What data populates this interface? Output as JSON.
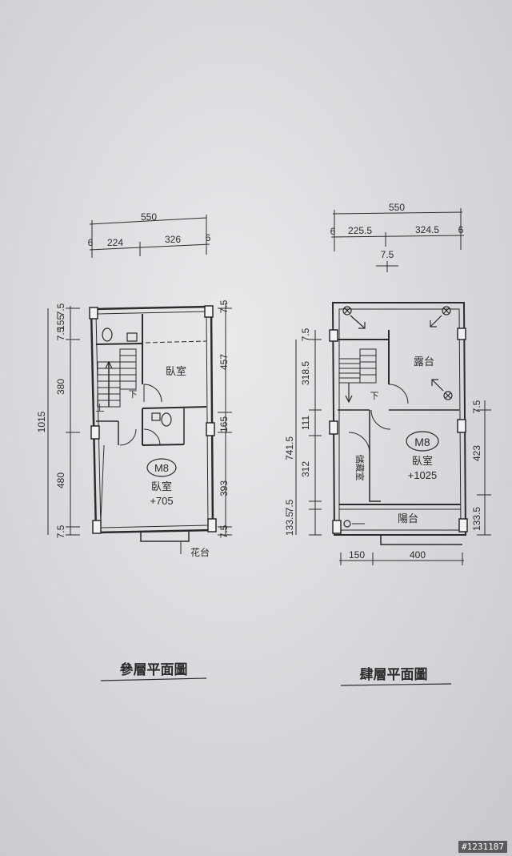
{
  "plan_left": {
    "title": "參層平面圖",
    "top_total": "550",
    "top_segments": [
      "6",
      "224",
      "326",
      "6"
    ],
    "left_total": "1015",
    "left_segments": [
      "7.5",
      "155",
      "7.5",
      "380",
      "480",
      "7.5"
    ],
    "right_segments": [
      "7.5",
      "457",
      "165",
      "393",
      "7.5"
    ],
    "room_bedroom_upper": "臥室",
    "badge": "M8",
    "room_bedroom_main": "臥室",
    "level": "+705",
    "stair_up": "上",
    "stair_down": "下",
    "flower_bed": "花台"
  },
  "plan_right": {
    "title": "肆層平面圖",
    "top_total": "550",
    "top_segments": [
      "6",
      "225.5",
      "324.5",
      "6"
    ],
    "top_note": "7.5",
    "left_total": "741.5",
    "left_segments": [
      "7.5",
      "318.5",
      "111",
      "312",
      "7.5",
      "133.5"
    ],
    "right_segments": [
      "7.5",
      "423",
      "133.5"
    ],
    "bottom_segments": [
      "150",
      "400"
    ],
    "terrace": "露台",
    "badge": "M8",
    "room_bedroom": "臥室",
    "level": "+1025",
    "storage": "儲藏室",
    "balcony": "陽台",
    "stair_down": "下"
  },
  "watermark": "#1231187"
}
